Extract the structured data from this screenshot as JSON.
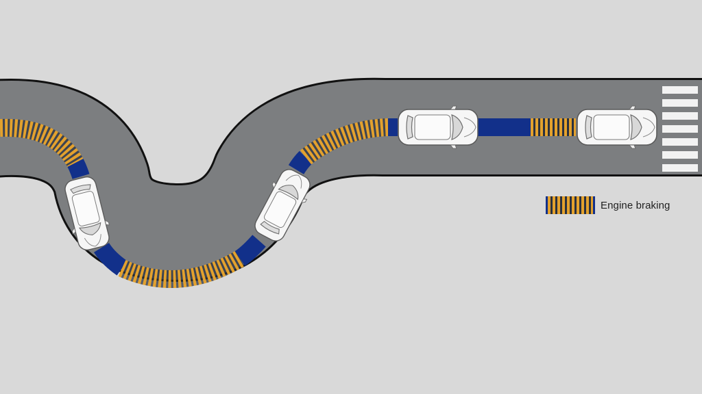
{
  "legend": {
    "label": "Engine braking"
  },
  "colors": {
    "background": "#d9d9d9",
    "road": "#7c7e80",
    "road_edge": "#111111",
    "zone_blue": "#12308a",
    "engine_braking": "#e3a12d",
    "car_body": "#f4f4f4",
    "crosswalk": "#f2f2f2"
  },
  "diagram": {
    "cars": [
      "car",
      "car",
      "car",
      "car"
    ],
    "zones": [
      "engine-braking",
      "blue",
      "engine-braking",
      "blue",
      "engine-braking",
      "blue",
      "blue",
      "engine-braking"
    ],
    "crosswalk_stripes": 7
  }
}
